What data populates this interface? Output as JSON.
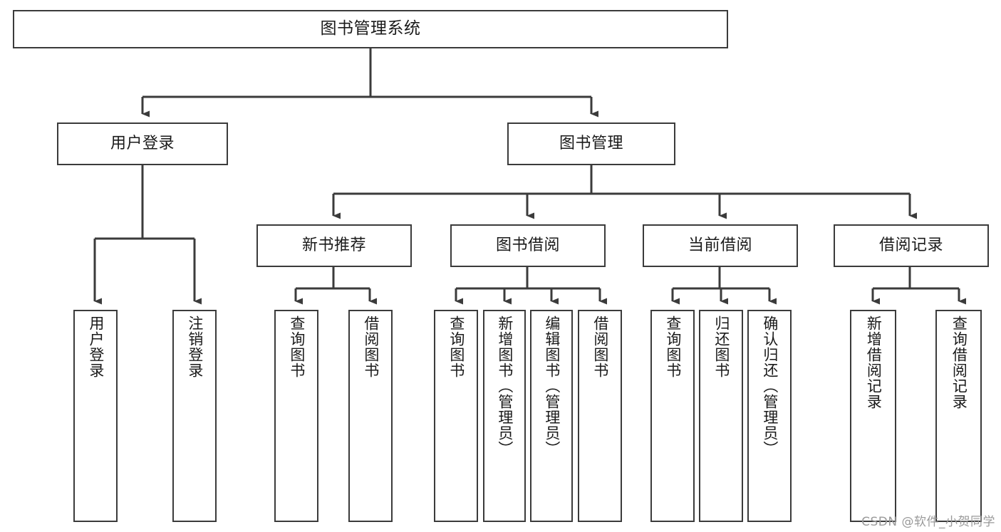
{
  "diagram": {
    "type": "tree",
    "title": "图书管理系统",
    "line_color": "#3b3b3b",
    "box_fill": "#ffffff",
    "text_color": "#1a1a1a",
    "nodes": {
      "root": {
        "label": "图书管理系统",
        "level": 0,
        "orientation": "horizontal"
      },
      "user_login": {
        "label": "用户登录",
        "level": 1,
        "orientation": "horizontal"
      },
      "book_manage": {
        "label": "图书管理",
        "level": 1,
        "orientation": "horizontal"
      },
      "new_book_rec": {
        "label": "新书推荐",
        "level": 2,
        "orientation": "horizontal"
      },
      "book_borrow": {
        "label": "图书借阅",
        "level": 2,
        "orientation": "horizontal"
      },
      "current_borrow": {
        "label": "当前借阅",
        "level": 2,
        "orientation": "horizontal"
      },
      "borrow_record": {
        "label": "借阅记录",
        "level": 2,
        "orientation": "horizontal"
      },
      "leaf_user_login": {
        "label": "用户登录",
        "level": 3,
        "orientation": "vertical"
      },
      "leaf_logout": {
        "label": "注销登录",
        "level": 3,
        "orientation": "vertical"
      },
      "leaf_query_book_1": {
        "label": "查询图书",
        "level": 3,
        "orientation": "vertical"
      },
      "leaf_borrow_book_1": {
        "label": "借阅图书",
        "level": 3,
        "orientation": "vertical"
      },
      "leaf_query_book_2": {
        "label": "查询图书",
        "level": 3,
        "orientation": "vertical"
      },
      "leaf_add_book": {
        "label": "新增图书（管理员）",
        "level": 3,
        "orientation": "vertical"
      },
      "leaf_edit_book": {
        "label": "编辑图书（管理员）",
        "level": 3,
        "orientation": "vertical"
      },
      "leaf_borrow_book_2": {
        "label": "借阅图书",
        "level": 3,
        "orientation": "vertical"
      },
      "leaf_query_book_3": {
        "label": "查询图书",
        "level": 3,
        "orientation": "vertical"
      },
      "leaf_return_book": {
        "label": "归还图书",
        "level": 3,
        "orientation": "vertical"
      },
      "leaf_confirm_return": {
        "label": "确认归还（管理员）",
        "level": 3,
        "orientation": "vertical"
      },
      "leaf_add_record": {
        "label": "新增借阅记录",
        "level": 3,
        "orientation": "vertical"
      },
      "leaf_query_record": {
        "label": "查询借阅记录",
        "level": 3,
        "orientation": "vertical"
      }
    },
    "edges": [
      {
        "from": "root",
        "to": "user_login"
      },
      {
        "from": "root",
        "to": "book_manage"
      },
      {
        "from": "user_login",
        "to": "leaf_user_login"
      },
      {
        "from": "user_login",
        "to": "leaf_logout"
      },
      {
        "from": "book_manage",
        "to": "new_book_rec"
      },
      {
        "from": "book_manage",
        "to": "book_borrow"
      },
      {
        "from": "book_manage",
        "to": "current_borrow"
      },
      {
        "from": "book_manage",
        "to": "borrow_record"
      },
      {
        "from": "new_book_rec",
        "to": "leaf_query_book_1"
      },
      {
        "from": "new_book_rec",
        "to": "leaf_borrow_book_1"
      },
      {
        "from": "book_borrow",
        "to": "leaf_query_book_2"
      },
      {
        "from": "book_borrow",
        "to": "leaf_add_book"
      },
      {
        "from": "book_borrow",
        "to": "leaf_edit_book"
      },
      {
        "from": "book_borrow",
        "to": "leaf_borrow_book_2"
      },
      {
        "from": "current_borrow",
        "to": "leaf_query_book_3"
      },
      {
        "from": "current_borrow",
        "to": "leaf_return_book"
      },
      {
        "from": "current_borrow",
        "to": "leaf_confirm_return"
      },
      {
        "from": "borrow_record",
        "to": "leaf_add_record"
      },
      {
        "from": "borrow_record",
        "to": "leaf_query_record"
      }
    ]
  },
  "watermark": {
    "text": "CSDN @软件_小贺同学"
  }
}
